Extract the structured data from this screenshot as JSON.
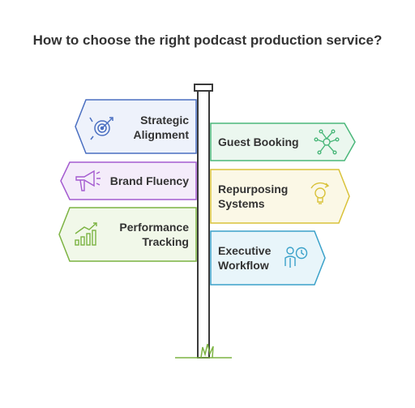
{
  "title": "How to choose the right podcast production service?",
  "signs": [
    {
      "id": "strategic-alignment",
      "side": "left",
      "line1": "Strategic",
      "line2": "Alignment",
      "color": "#4a6fc1",
      "fill": "#eef2fb",
      "icon": "target-icon"
    },
    {
      "id": "guest-booking",
      "side": "right",
      "line1": "Guest Booking",
      "line2": "",
      "color": "#4ab77a",
      "fill": "#ebf7ef",
      "icon": "network-icon"
    },
    {
      "id": "brand-fluency",
      "side": "left",
      "line1": "Brand Fluency",
      "line2": "",
      "color": "#a45bd0",
      "fill": "#f4ecfa",
      "icon": "megaphone-icon"
    },
    {
      "id": "repurposing-systems",
      "side": "right",
      "line1": "Repurposing",
      "line2": "Systems",
      "color": "#d9c23a",
      "fill": "#fbf8e6",
      "icon": "lightbulb-icon"
    },
    {
      "id": "performance-tracking",
      "side": "left",
      "line1": "Performance",
      "line2": "Tracking",
      "color": "#7cb342",
      "fill": "#f1f8e9",
      "icon": "growth-chart-icon"
    },
    {
      "id": "executive-workflow",
      "side": "right",
      "line1": "Executive",
      "line2": "Workflow",
      "color": "#3aa1c9",
      "fill": "#e8f5fa",
      "icon": "person-clock-icon"
    }
  ]
}
